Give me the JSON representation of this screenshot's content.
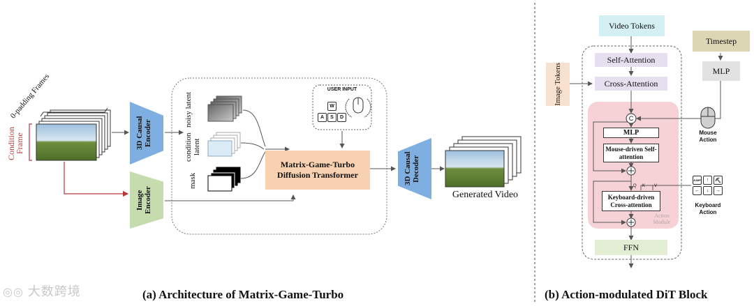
{
  "left": {
    "zero_padding_frames": "0-padding Frames",
    "condition_frame": "Condition Frame",
    "causal_encoder": "3D Causal Encoder",
    "image_encoder": "Image Encoder",
    "noisy_latent": "noisy latent",
    "condition_latent": "condition latent",
    "mask": "mask",
    "user_input": "USER INPUT",
    "keys": [
      "W",
      "A",
      "S",
      "D"
    ],
    "transformer": "Matrix-Game-Turbo Diffusion Transformer",
    "causal_decoder": "3D Causal Decoder",
    "generated_video": "Generated Video",
    "caption": "(a) Architecture of Matrix-Game-Turbo"
  },
  "right": {
    "video_tokens": "Video Tokens",
    "timestep": "Timestep",
    "mlp_top": "MLP",
    "image_tokens": "Image Tokens",
    "self_attention": "Self-Attention",
    "cross_attention": "Cross-Attention",
    "concat_symbol": "C",
    "mlp_inner": "MLP",
    "mouse_self_attention": "Mouse-driven Self-attention",
    "keyboard_cross_attention": "Keyboard-driven Cross-attention",
    "qkv": [
      "Q",
      "K",
      "V"
    ],
    "action_module": "Action Module",
    "ffn": "FFN",
    "mouse_action": "Mouse Action",
    "keyboard_action": "Keyboard Action",
    "keyboard_keys": [
      "JUMP",
      "↑",
      "⛏",
      "←",
      "↓",
      "→"
    ],
    "caption": "(b) Action-modulated DiT Block"
  },
  "watermark": "大数跨境",
  "colors": {
    "encoder_blue": "#7faee0",
    "image_encoder_green": "#c6dcae",
    "transformer_orange": "#f8d1b0",
    "condition_red": "#b43a3a",
    "video_tokens_cyan": "#d4eff1",
    "timestep_tan": "#dcd6b4",
    "mlp_grey": "#e2e2e2",
    "image_tokens_peach": "#f9e1cf",
    "attention_lavender": "#e6dff0",
    "action_pink": "#f6d2d6",
    "ffn_green": "#e3edd4"
  }
}
